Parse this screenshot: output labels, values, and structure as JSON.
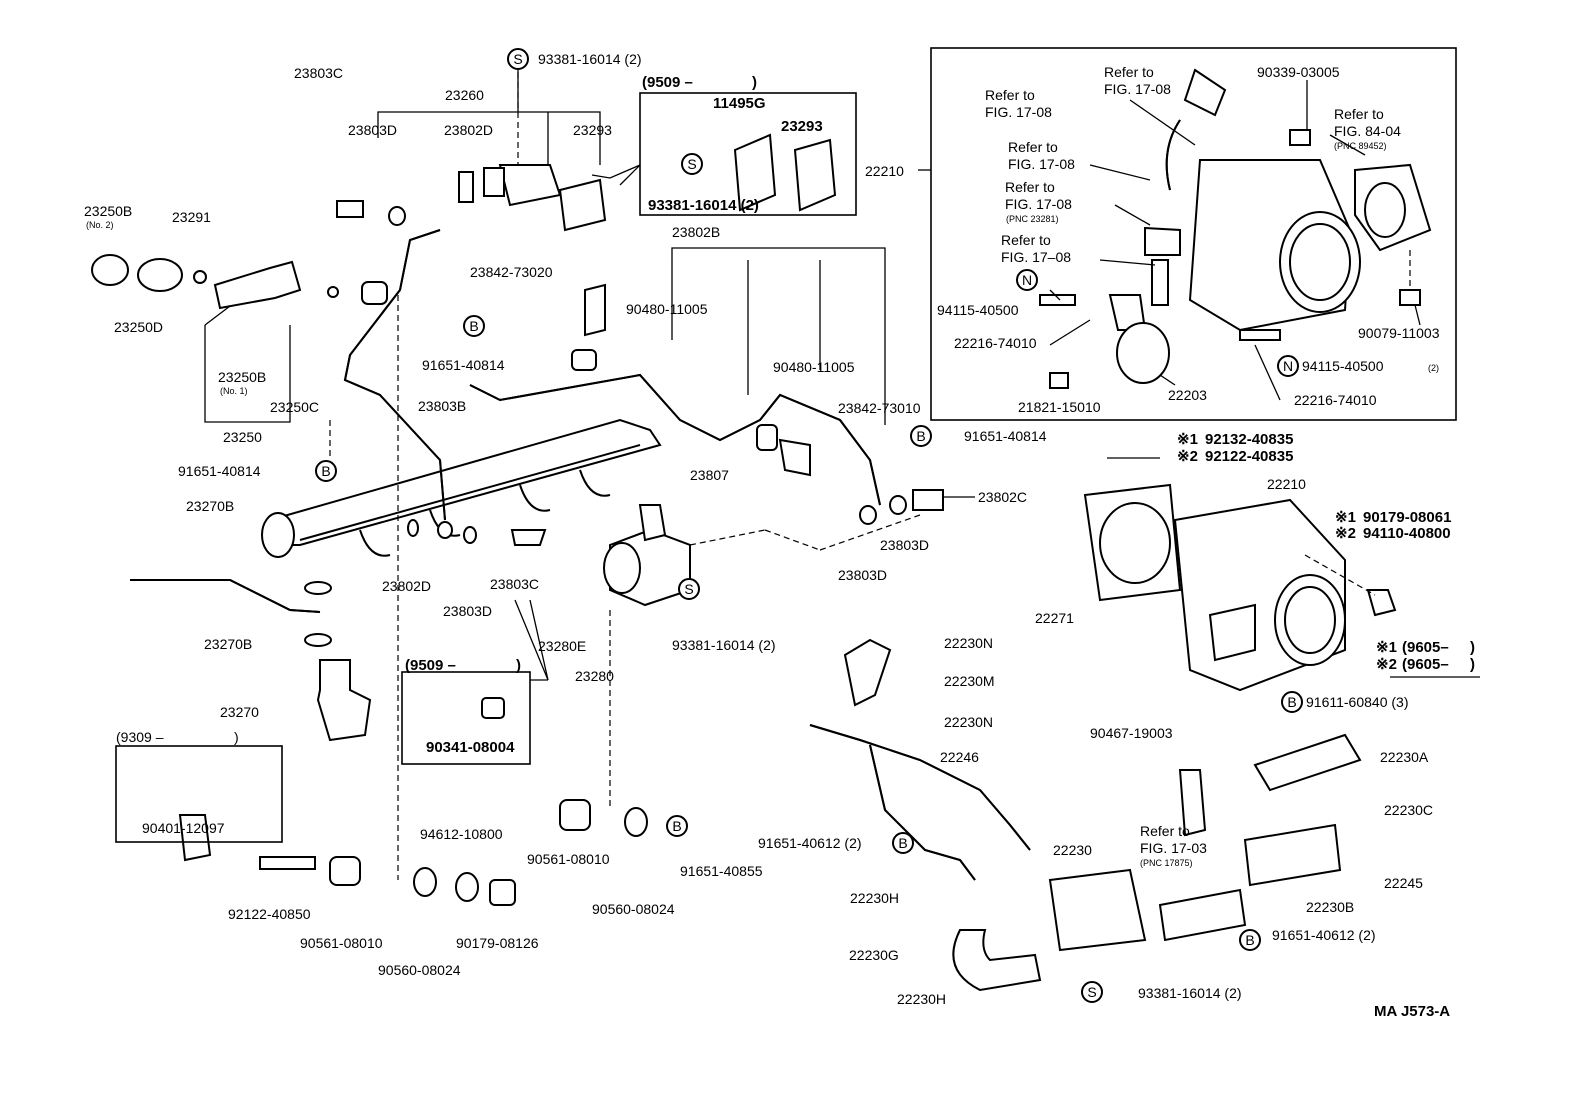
{
  "diagram": {
    "part_labels": [
      "23803C",
      "23803D",
      "23260",
      "23802D",
      "23293",
      "93381-16014 (2)",
      "23250B",
      "(No. 2)",
      "23291",
      "23250D",
      "23250B",
      "(No. 1)",
      "23250C",
      "23250",
      "23803B",
      "91651-40814",
      "23842-73020",
      "90480-11005",
      "91651-40814",
      "23802B",
      "90480-11005",
      "23842-73010",
      "91651-40814",
      "23807",
      "23270B",
      "23802D",
      "23803D",
      "23803C",
      "23270B",
      "23270",
      "23280E",
      "23280",
      "93381-16014 (2)",
      "23802C",
      "23803D",
      "23803D",
      "90401-12097",
      "92122-40850",
      "90561-08010",
      "90560-08024",
      "94612-10800",
      "90179-08126",
      "90561-08010",
      "90560-08024",
      "91651-40855",
      "22230N",
      "22230M",
      "22230N",
      "22246",
      "91651-40612 (2)",
      "22230",
      "22230H",
      "22230G",
      "22230H",
      "93381-16014 (2)",
      "90467-19003",
      "22230A",
      "22230C",
      "22245",
      "22230B",
      "91651-40612 (2)",
      "22271",
      "22210",
      "91611-60840 (3)",
      "22210",
      "90339-03005",
      "94115-40500",
      "22216-74010",
      "21821-15010",
      "22203",
      "94115-40500",
      "(2)",
      "22216-74010",
      "90079-11003"
    ],
    "bold_labels": [
      "11495G",
      "23293",
      "93381-16014 (2)",
      "90341-08004",
      "MA  J573-A",
      "92132-40835",
      "92122-40835",
      "90179-08061",
      "94110-40800"
    ],
    "date_codes": [
      "(9509 –",
      ")",
      "(9509 –",
      ")",
      "(9309 –",
      ")",
      "(9605–",
      ")",
      "(9605–",
      ")"
    ],
    "reference_notes": [
      "Refer to",
      "FIG. 17-08",
      "Refer to",
      "FIG. 17-08",
      "Refer to",
      "FIG. 17-08",
      "Refer to",
      "FIG. 17-08",
      "(PNC 23281)",
      "Refer to",
      "FIG. 17–08",
      "Refer to",
      "FIG. 84-04",
      "(PNC 89452)",
      "Refer to",
      "FIG. 17-03",
      "(PNC 17875)"
    ],
    "symbol_markers": [
      "S",
      "B",
      "N"
    ],
    "variant_marks": [
      "※1",
      "※2",
      "※1",
      "※2",
      "※1",
      "※2"
    ]
  }
}
